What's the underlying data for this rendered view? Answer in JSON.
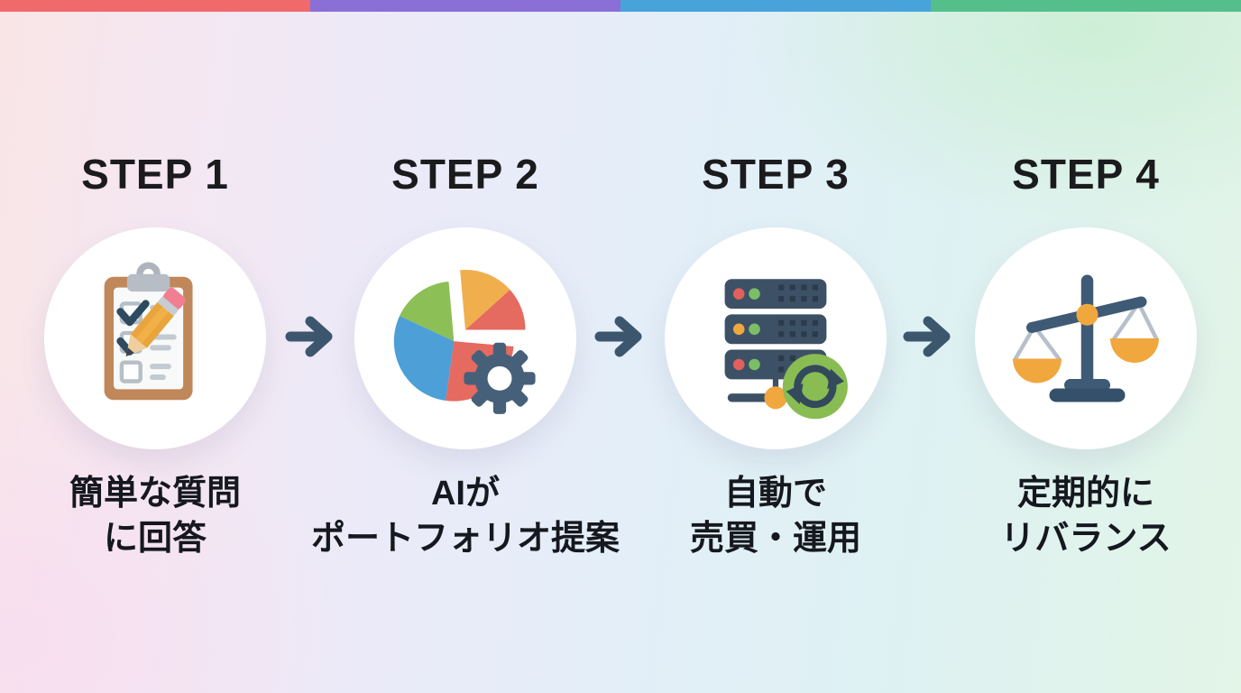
{
  "topbar": {
    "segments": [
      {
        "name": "coral",
        "color": "#F0696B"
      },
      {
        "name": "purple",
        "color": "#8A70D6"
      },
      {
        "name": "blue",
        "color": "#48A3DB"
      },
      {
        "name": "green",
        "color": "#55BF8C"
      }
    ]
  },
  "palette": {
    "arrow": "#3C566E",
    "heading_text": "#1B1B1E",
    "label_text": "#15181E",
    "circle_background": "#FFFFFF",
    "slate_icon": "#3D5166",
    "orange_accent": "#F0A73E",
    "sync_badge_green": "#89BC52",
    "pie_red": "#E56A60",
    "pie_blue": "#4C9FD7",
    "pie_green": "#8CBF55",
    "pie_yellow": "#F0AF4C"
  },
  "steps": [
    {
      "title": "STEP 1",
      "icon": "clipboard-checklist-icon",
      "label_lines": [
        "簡単な質問",
        "に回答"
      ]
    },
    {
      "title": "STEP 2",
      "icon": "pie-chart-gear-icon",
      "label_lines": [
        "AIが",
        "ポートフォリオ提案"
      ]
    },
    {
      "title": "STEP 3",
      "icon": "server-sync-icon",
      "label_lines": [
        "自動で",
        "売買・運用"
      ]
    },
    {
      "title": "STEP 4",
      "icon": "balance-scale-icon",
      "label_lines": [
        "定期的に",
        "リバランス"
      ]
    }
  ],
  "arrows": {
    "direction": "right",
    "count": 3
  }
}
